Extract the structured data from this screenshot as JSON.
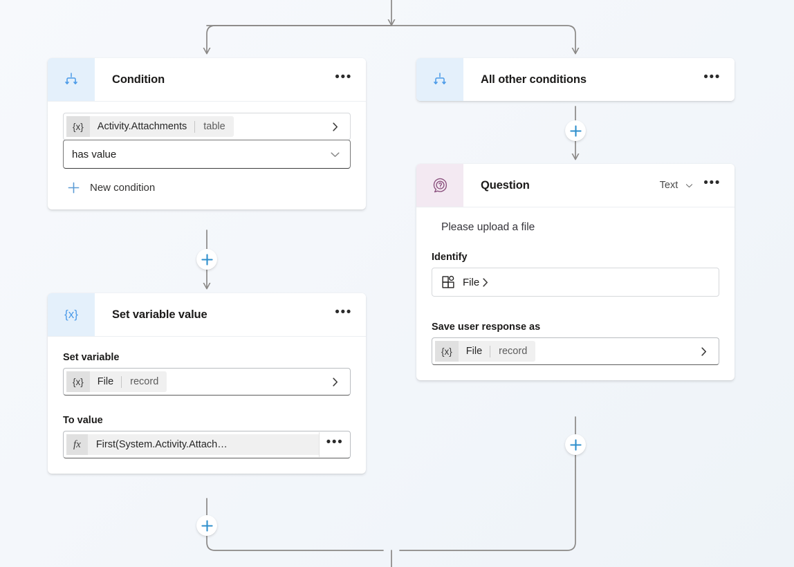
{
  "canvas": {
    "background": "#f5f8fb",
    "edge_color": "#8a8886",
    "accent_blue": "#2a8ac9",
    "condition_icon_color": "#4a9ae8",
    "question_icon_color": "#8a4f7d"
  },
  "nodes": {
    "condition": {
      "title": "Condition",
      "icon": "condition-branch-icon",
      "menu": "•••",
      "variable": {
        "chip": "{x}",
        "name": "Activity.Attachments",
        "type": "table"
      },
      "operator": "has value",
      "new_condition_label": "New condition"
    },
    "all_other_conditions": {
      "title": "All other conditions",
      "icon": "condition-branch-icon",
      "menu": "•••"
    },
    "question": {
      "title": "Question",
      "icon": "question-bubble-icon",
      "type_label": "Text",
      "menu": "•••",
      "prompt": "Please upload a file",
      "identify_label": "Identify",
      "identify_value": "File",
      "save_label": "Save user response as",
      "save_variable": {
        "chip": "{x}",
        "name": "File",
        "type": "record"
      }
    },
    "set_variable_value": {
      "title": "Set variable value",
      "icon": "variable-icon",
      "icon_glyph": "{x}",
      "menu": "•••",
      "set_variable_label": "Set variable",
      "set_variable": {
        "chip": "{x}",
        "name": "File",
        "type": "record"
      },
      "to_value_label": "To value",
      "to_value": {
        "chip": "fx",
        "expression": "First(System.Activity.Attach…"
      },
      "to_value_menu": "•••"
    }
  },
  "add_buttons": [
    {
      "name": "add-node-after-all-other-conditions",
      "glyph": "+"
    },
    {
      "name": "add-node-after-condition",
      "glyph": "+"
    },
    {
      "name": "add-node-after-question",
      "glyph": "+"
    },
    {
      "name": "add-node-after-set-variable",
      "glyph": "+"
    }
  ]
}
